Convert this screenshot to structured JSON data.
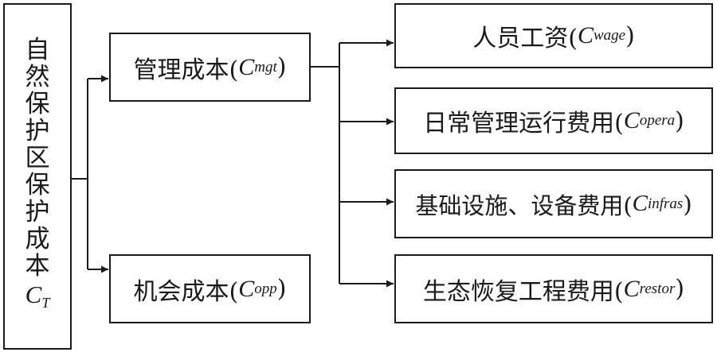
{
  "root": {
    "label_chars": [
      "自",
      "然",
      "保",
      "护",
      "区",
      "保",
      "护",
      "成",
      "本"
    ],
    "symbol": "C",
    "symbol_sub": "T"
  },
  "level1": [
    {
      "id": "mgt",
      "label": "管理成本(",
      "symbol": "C",
      "sub": "mgt",
      "close": ")"
    },
    {
      "id": "opp",
      "label": "机会成本(",
      "symbol": "C",
      "sub": "opp",
      "close": ")"
    }
  ],
  "level2": [
    {
      "id": "wage",
      "label": "人员工资(",
      "symbol": "C",
      "sub": "wage",
      "close": ")"
    },
    {
      "id": "opera",
      "label": "日常管理运行费用(",
      "symbol": "C",
      "sub": "opera",
      "close": ")"
    },
    {
      "id": "infras",
      "label": "基础设施、设备费用(",
      "symbol": "C",
      "sub": "infras",
      "close": ")"
    },
    {
      "id": "restor",
      "label": "生态恢复工程费用(",
      "symbol": "C",
      "sub": "restor",
      "close": ")"
    }
  ],
  "colors": {
    "stroke": "#1a1a1a",
    "background": "#ffffff"
  }
}
